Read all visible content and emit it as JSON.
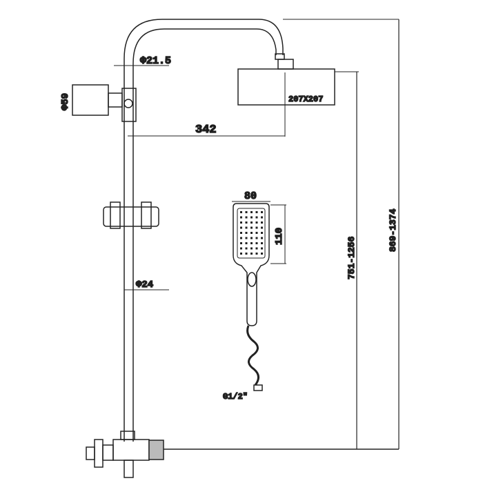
{
  "dimensions": {
    "arm_diameter": "Φ21.5",
    "head_size": "207X207",
    "arm_reach": "342",
    "holder_diameter": "Φ59",
    "rail_diameter": "Φ24",
    "hand_width": "80",
    "hand_height": "110",
    "head_height_range": "751-1256",
    "total_height_range": "869-1374",
    "hose_thread": "G1/2\""
  }
}
